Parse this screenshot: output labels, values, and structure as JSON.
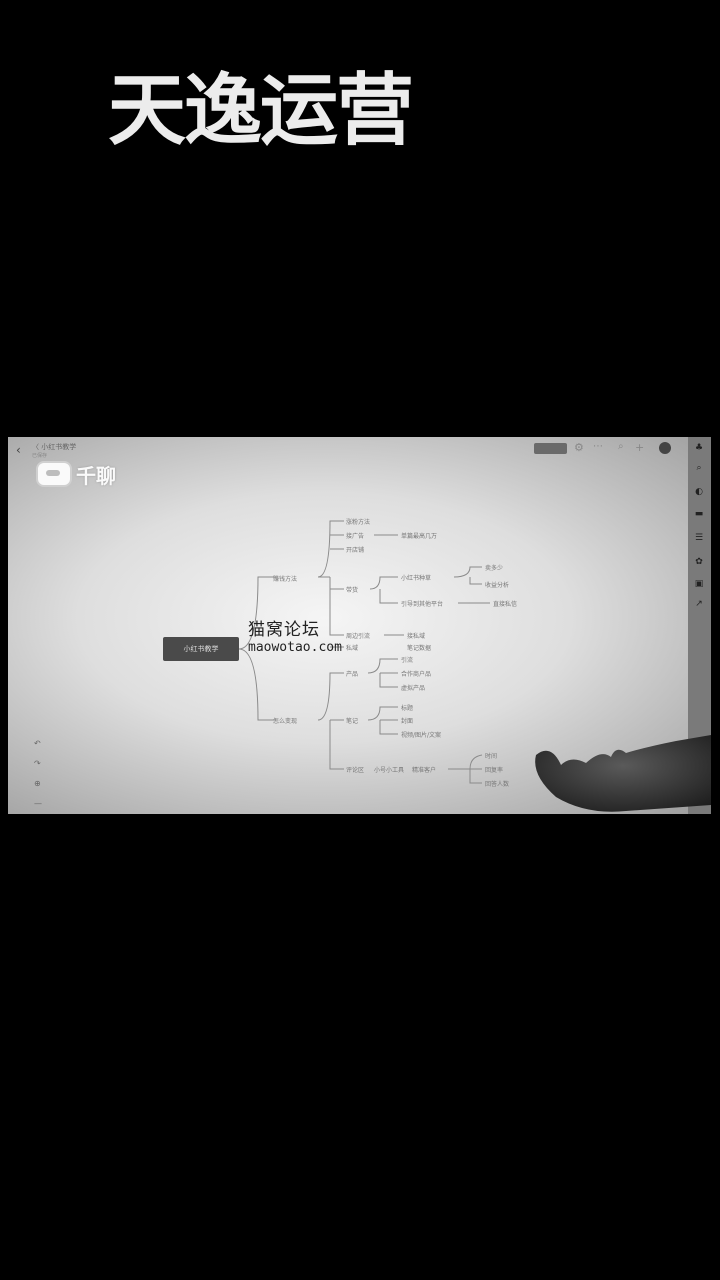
{
  "overlay_title": "天逸运营",
  "app": {
    "doc_title": "〈 小红书教学",
    "doc_subtitle": "已保存",
    "logo_text": "千聊"
  },
  "watermark": {
    "line1": "猫窝论坛",
    "line2": "maowotao.com"
  },
  "mindmap": {
    "root": "小红书教学",
    "l1": [
      "赚钱方法",
      "怎么变现"
    ],
    "earn_children": [
      "涨粉方法",
      "接广告",
      "开店铺",
      "带货",
      "周边引流",
      "私域"
    ],
    "earn_sub": [
      "单篇最高几万",
      "小红书种草",
      "引导到其他平台",
      "卖多少",
      "收益分析",
      "直接私信",
      "接私域",
      "笔记数据"
    ],
    "monetize_children": [
      "产品",
      "笔记",
      "评论区"
    ],
    "monetize_sub": [
      "引流",
      "合作商户品",
      "虚拟产品",
      "标题",
      "封面",
      "视频/图片/文案",
      "小号小工具",
      "精准客户"
    ],
    "leaf_right": [
      "时间",
      "回复率",
      "回答人数"
    ]
  }
}
